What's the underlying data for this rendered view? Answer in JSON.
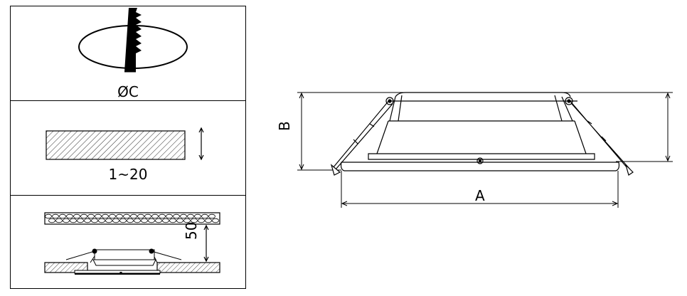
{
  "panels": {
    "hole": {
      "label": "ØC"
    },
    "thickness": {
      "label": "1~20"
    },
    "clearance": {
      "label": "50"
    }
  },
  "dimensions": {
    "width_label": "A",
    "height_label": "B"
  },
  "colors": {
    "line": "#000000",
    "background": "#ffffff"
  }
}
